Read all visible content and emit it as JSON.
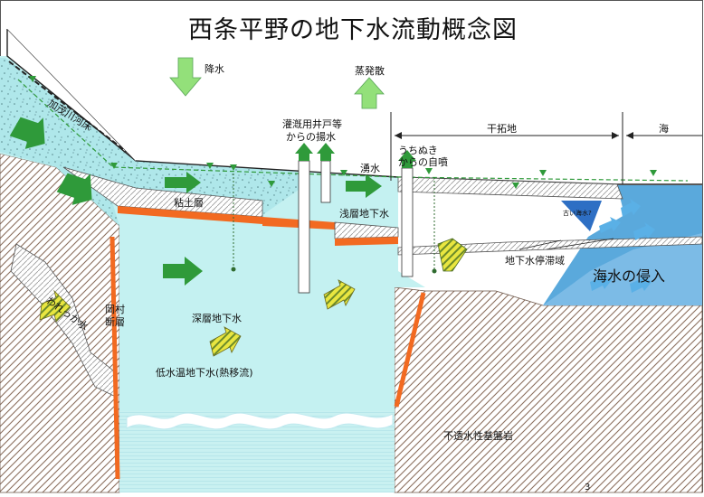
{
  "title": "西条平野の地下水流動概念図",
  "page_number": "3",
  "labels": {
    "rain": "降水",
    "evaporation": "蒸発散",
    "riverbed": "加茂川河床",
    "irrigation_line1": "灌漑用井戸等",
    "irrigation_line2": "からの揚水",
    "spring": "湧水",
    "uchinuki_line1": "うちぬき",
    "uchinuki_line2": "からの自噴",
    "reclaimed": "干拓地",
    "sea": "海",
    "clay": "粘土層",
    "shallow": "浅層地下水",
    "old_seawater": "古い海水?",
    "stagnant": "地下水停滞域",
    "intrusion": "海水の侵入",
    "crevice": "われっか水",
    "fault_line1": "岡村",
    "fault_line2": "断層",
    "deep": "深層地下水",
    "low_temp": "低水温地下水(熱移流)",
    "bedrock": "不透水性基盤岩"
  },
  "colors": {
    "groundwater": "#c4f1f1",
    "gravel": "#aee6ea",
    "sea_blue": "#5aa9dc",
    "sea_deep": "#2e6fc4",
    "bedrock_hatch": "#8b6f5e",
    "clay_orange": "#f26a21",
    "arrow_green": "#2f9a3a",
    "arrow_light": "#93e07a",
    "arrow_yellow": "#e9e640"
  }
}
